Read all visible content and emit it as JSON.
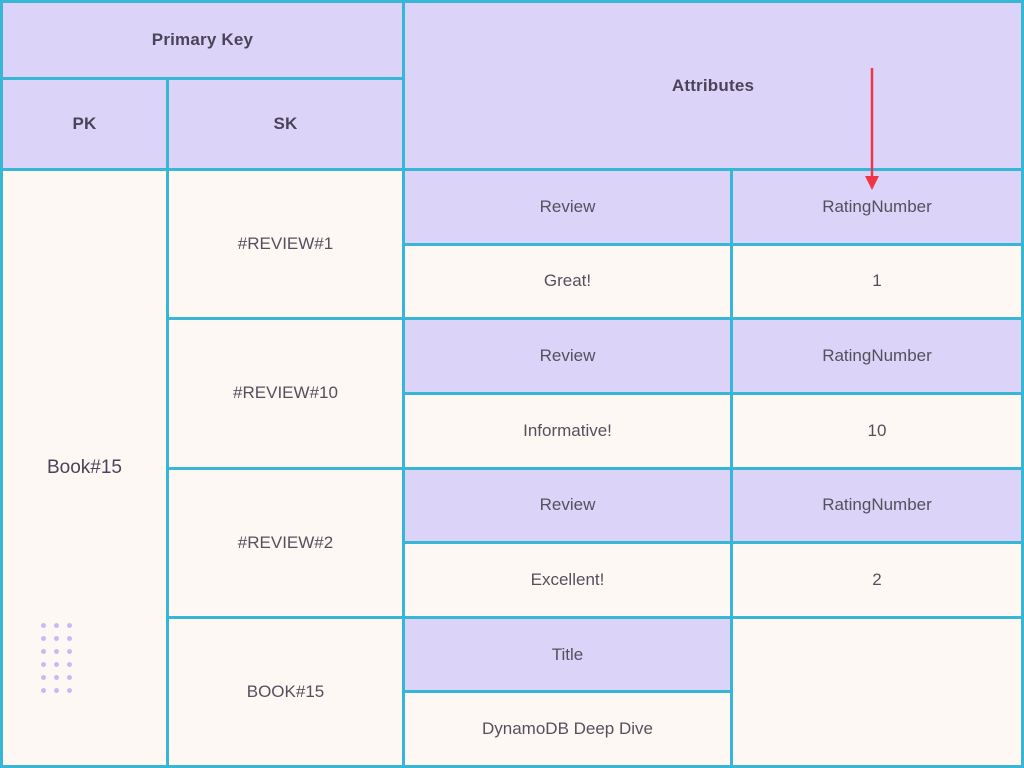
{
  "header": {
    "primary_key_label": "Primary Key",
    "pk_label": "PK",
    "sk_label": "SK",
    "attributes_label": "Attributes"
  },
  "partition": {
    "pk_value": "Book#15"
  },
  "items": [
    {
      "sk": "#REVIEW#1",
      "attributes": [
        {
          "name": "Review",
          "value": "Great!"
        },
        {
          "name": "RatingNumber",
          "value": "1"
        }
      ]
    },
    {
      "sk": "#REVIEW#10",
      "attributes": [
        {
          "name": "Review",
          "value": "Informative!"
        },
        {
          "name": "RatingNumber",
          "value": "10"
        }
      ]
    },
    {
      "sk": "#REVIEW#2",
      "attributes": [
        {
          "name": "Review",
          "value": "Excellent!"
        },
        {
          "name": "RatingNumber",
          "value": "2"
        }
      ]
    },
    {
      "sk": "BOOK#15",
      "attributes": [
        {
          "name": "Title",
          "value": "DynamoDB Deep Dive"
        },
        {
          "name": "",
          "value": ""
        }
      ]
    }
  ],
  "colors": {
    "header_purple": "#dcd3f8",
    "cell_background": "#fdf8f3",
    "border_cyan": "#38b6d8",
    "arrow_red": "#ee3648",
    "header_text": "#4b4459",
    "body_text": "#55505e",
    "dots_purple": "#c9baf3"
  }
}
